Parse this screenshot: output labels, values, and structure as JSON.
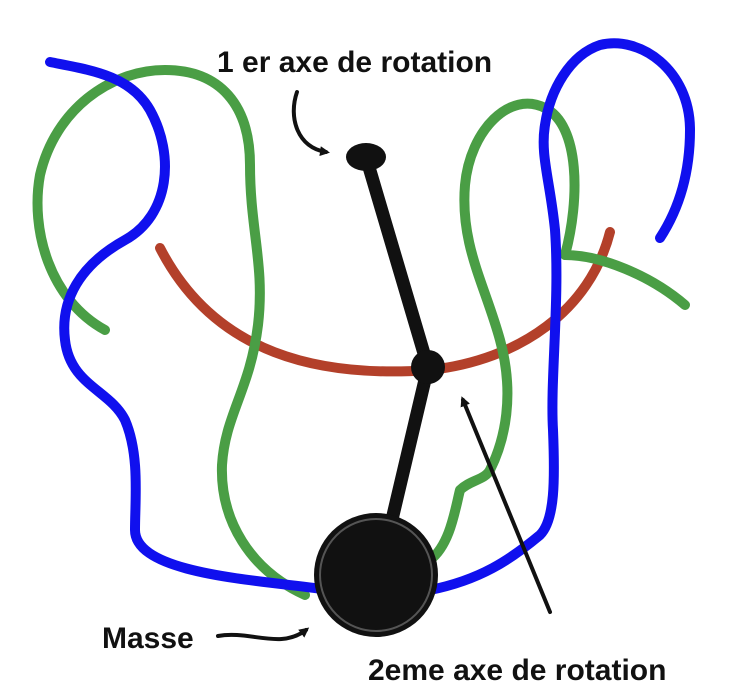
{
  "labels": {
    "first_axis": "1 er axe de rotation",
    "second_axis": "2eme axe de rotation",
    "mass": "Masse"
  },
  "colors": {
    "blue_path": "#1010ee",
    "green_path": "#4a9e45",
    "red_arc": "#b3402a",
    "pendulum": "#111111",
    "text": "#111111"
  },
  "icons": {
    "first_axis_arrow": "curved-arrow",
    "second_axis_arrow": "straight-arrow",
    "mass_arrow": "curved-arrow"
  }
}
